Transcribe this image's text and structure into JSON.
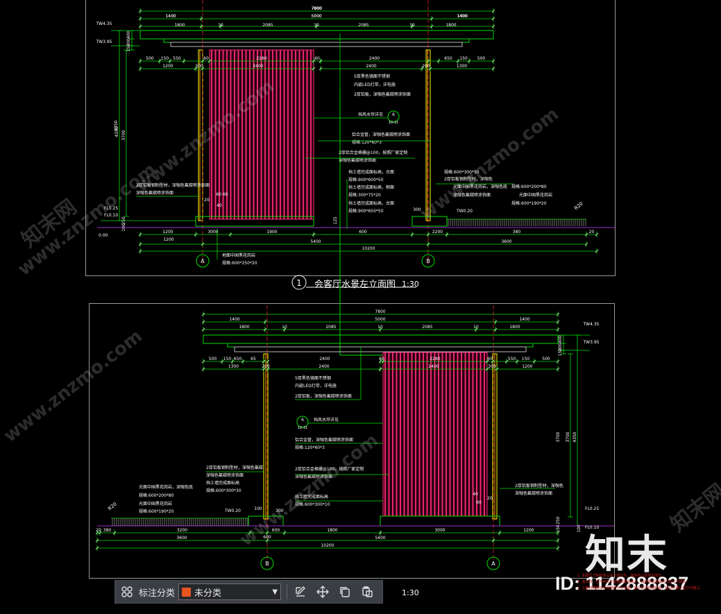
{
  "drawing1": {
    "title": "会客厅水景左立面图",
    "number": "1",
    "scale": "1:30",
    "grid_a": "A",
    "grid_b": "B",
    "top_dims": [
      "7800",
      "1400",
      "5000",
      "1400",
      "1800",
      "10",
      "2085",
      "10",
      "2085",
      "10",
      "1800"
    ],
    "sub_dims_left": [
      "500",
      "150",
      "550",
      "60",
      "2280",
      "60"
    ],
    "sub_dims_left2": [
      "1200",
      "300",
      "2400"
    ],
    "sub_dims_right": [
      "2400",
      "650",
      "150",
      "500"
    ],
    "sub_dims_right2": [
      "2400",
      "200",
      "1300"
    ],
    "bottom_dims": [
      "1200",
      "3000",
      "1900",
      "600",
      "2200",
      "380",
      "20",
      "5400",
      "3600",
      "10200"
    ],
    "levels": [
      "TW4.35",
      "TW3.95",
      "FL0.25",
      "FL0.10",
      "0.00",
      "TW0.20"
    ],
    "vert_dims": [
      "400",
      "200",
      "150",
      "4350",
      "3700",
      "250",
      "100"
    ],
    "annotations": [
      "5厚黑色镜面不锈钢",
      "内嵌LED灯带，详电施",
      "2厚铝板，深咖色氟碳喷涂饰面",
      "6",
      "10-31",
      "挡风水帘详见",
      "铝合金管，深咖色氟碳喷涂饰面",
      "规格:120*60*3",
      "2厚铝合金格栅@100，按照厂家定制",
      "深咖色氟碳喷涂饰面",
      "挡土墙完成面标高，台面",
      "规格:900*600*50",
      "挡土墙完成面标高，侧面",
      "规格:300*75*20",
      "挡土墙完成面标高，台面",
      "规格:900*650*50",
      "2厚铝板钢制型材，深咖色氟碳喷涂饰面",
      "深咖色氟碳喷涂饰面",
      "规格:600*300*30",
      "2厚铝板钢制型材，深咖色",
      "深咖色氟碳喷涂饰面",
      "中国黑花岗岩",
      "光面中国黑花岗岩，深咖色底",
      "规格:600*200*80",
      "光面中国黑花岗岩",
      "规格:600*190*20",
      "R20",
      "地面中国黑花岗岩",
      "规格:600*250*20",
      "60 60",
      "40",
      "20",
      "300",
      "125"
    ]
  },
  "drawing2": {
    "grid_a": "A",
    "grid_b": "B",
    "top_dims": [
      "7800",
      "1400",
      "5000",
      "1400",
      "1800",
      "10",
      "2085",
      "10",
      "2085",
      "10",
      "1800"
    ],
    "sub_dims_left": [
      "500",
      "150",
      "650",
      "65",
      "2400",
      "1300",
      "200"
    ],
    "sub_dims_right": [
      "60",
      "2280",
      "60",
      "550",
      "150",
      "500",
      "2400",
      "300",
      "1200"
    ],
    "bottom_dims": [
      "20",
      "380",
      "3200",
      "600",
      "1800",
      "3000",
      "3600",
      "5400",
      "1200",
      "10200"
    ],
    "levels": [
      "TW4.35",
      "TW3.95",
      "FL0.25",
      "FL0.10",
      "TW0.20"
    ],
    "vert_dims": [
      "400",
      "200",
      "150",
      "3700",
      "3700",
      "4350",
      "250",
      "150",
      "100"
    ],
    "annotations": [
      "5厚黑色镜面不锈钢",
      "内嵌LED灯带，详电施",
      "2厚铝板，深咖色氟碳喷涂饰面",
      "6",
      "10-31",
      "挡风水帘详见",
      "铝合金管，深咖色氟碳喷涂饰面",
      "规格:120*60*3",
      "2厚铝合金格栅@100，按照厂家定制",
      "深咖色氟碳喷涂饰面",
      "挡土墙完成面标高",
      "规格:600*300*10",
      "2厚铝板钢制型材，深咖色氟碳",
      "深咖色氟碳喷涂饰面",
      "挡土墙完成面标高",
      "规格:600*300*30",
      "光面中国黑花岗岩，深咖色底",
      "规格:600*200*80",
      "光面中国黑花岗岩",
      "规格:600*190*20",
      "2厚铝板钢制型材，深咖色",
      "深咖色氟碳喷涂饰面",
      "R20",
      "40",
      "60",
      "20",
      "100",
      "300"
    ]
  },
  "toolbar": {
    "label": "标注分类",
    "category": "未分类",
    "category_color": "#e8541e"
  },
  "scale_bottom": "1:30",
  "brand": "知末",
  "id_label": "ID: 1142888837",
  "watermark": "www.znzmo.com",
  "watermark_cn": "知末网",
  "red_notes": [
    "1. 本图尺寸除标高以米为单位外，其余均以毫米为单位。",
    "2. 施工时，应与相关专业图纸配合施工，如有矛盾请及时与设计方联系。",
    "3. 立面材质做法详见相关节点详图，施工前须先做样板，经设计确认后方可施工。"
  ],
  "colors": {
    "line": "#00e000",
    "dim": "#ffffff",
    "pole": "#ffff00",
    "curtain": "#ff2a7a",
    "axis": "#ff3030",
    "ground": "#9b30c8"
  }
}
